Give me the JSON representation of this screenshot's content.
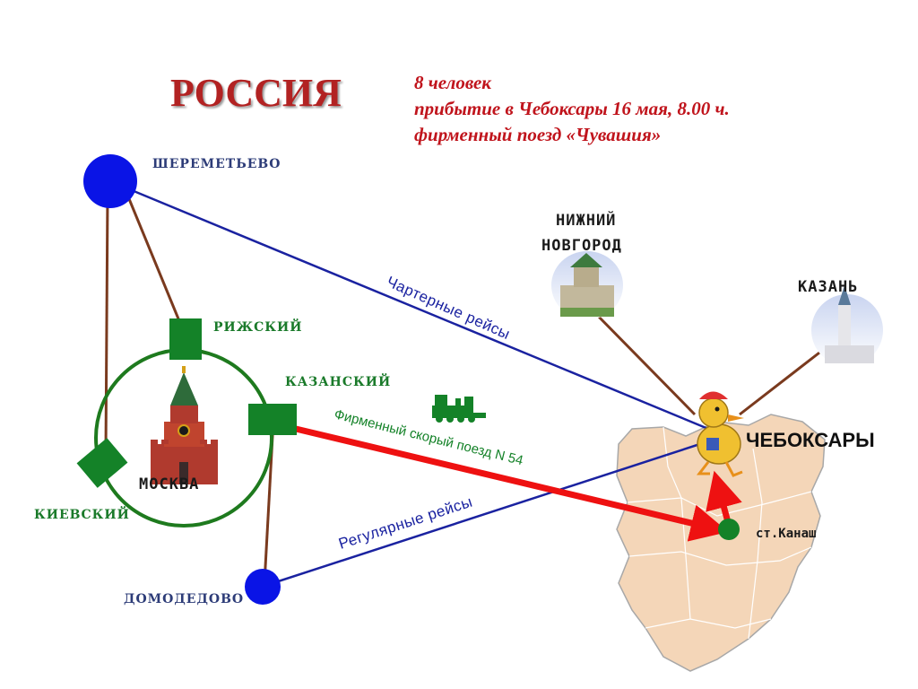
{
  "title": "РОССИЯ",
  "info": {
    "line1": "8 человек",
    "line2": "прибытие в Чебоксары 16  мая, 8.00 ч.",
    "line3": "фирменный поезд «Чувашия»"
  },
  "airports": {
    "sheremetyevo": "ШЕРЕМЕТЬЕВО",
    "domodedovo": "ДОМОДЕДОВО"
  },
  "stations": {
    "rizhsky": "РИЖСКИЙ",
    "kazansky": "КАЗАНСКИЙ",
    "kievsky": "КИЕВСКИЙ"
  },
  "cities": {
    "moscow": "МОСКВА",
    "nizhny_line1": "НИЖНИЙ",
    "nizhny_line2": "НОВГОРОД",
    "kazan": "КАЗАНЬ",
    "cheboksary": "ЧЕБОКСАРЫ",
    "kanash": "ст.Канаш"
  },
  "routes": {
    "charter": "Чартерные рейсы",
    "regular": "Регулярные рейсы",
    "train": "Фирменный скорый поезд N 54"
  },
  "colors": {
    "title": "#b22222",
    "info": "#c0141c",
    "airport": "#0a14e6",
    "flight_line": "#1a22a0",
    "station": "#148228",
    "ring": "#1e7a1e",
    "connector": "#7a3a1e",
    "arrow": "#ee1111",
    "region": "#f4d6b8"
  },
  "icons": {
    "airport": "circle-node-icon",
    "station": "square-node-icon",
    "train": "locomotive-icon",
    "kremlin": "kremlin-tower-icon",
    "mascot": "duck-mascot-icon"
  }
}
